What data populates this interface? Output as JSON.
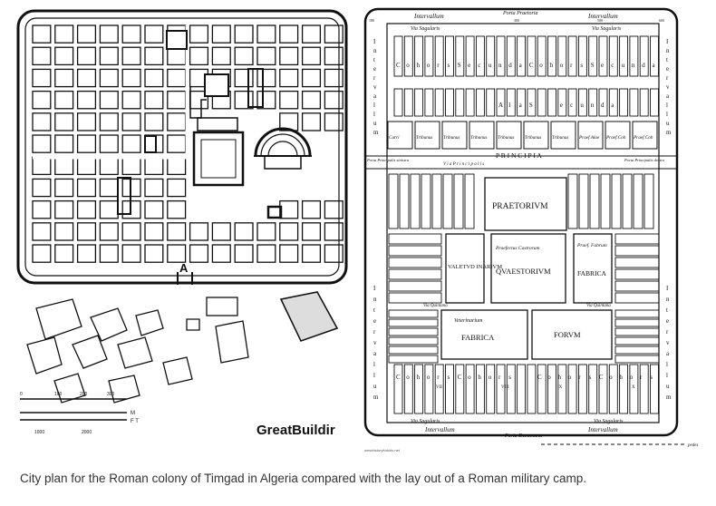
{
  "left_plan": {
    "gate_letter": "A",
    "watermark": "GreatBuildir",
    "scale_labels": [
      "0",
      "100",
      "200",
      "300",
      "1000",
      "2000"
    ],
    "scale_units": [
      "M",
      "F T"
    ]
  },
  "right_plan": {
    "top_labels": [
      "Intervallum",
      "Porta Praetoria",
      "Intervallum"
    ],
    "top_numbers": [
      "180",
      "300",
      "500",
      "600"
    ],
    "via_sagularis": "Via Sagularis",
    "row_cohors_top": [
      "C",
      "o",
      "h",
      "o",
      "r",
      "s",
      "S",
      "e",
      "c",
      "u",
      "n",
      "d",
      "a",
      "C",
      "o",
      "h",
      "o",
      "r",
      "s",
      "S",
      "e",
      "c",
      "u",
      "n",
      "d",
      "a"
    ],
    "row_alae": [
      "A",
      "l",
      "a",
      "S",
      "e",
      "c",
      "u",
      "n",
      "d",
      "a"
    ],
    "row_tribunes": [
      "Carri",
      "Tribunus",
      "Tribunus",
      "Tribunus",
      "Tribunus",
      "Tribunus",
      "Tribunus",
      "Praef.Alae",
      "Praef.Coh",
      "Praef.Coh"
    ],
    "porta_principalis_sinistra": "Porta Principalis sinistra",
    "via_principalis": "V i a   P r i n c i p a l i s",
    "principia": "P R I N C I P I A",
    "porta_principalis_dextra": "Porta Principalis dextra",
    "praetorium": "PRAETORIVM",
    "praefectus_castrorum": "Praefectus Castrorum",
    "quaestorium": "QVAESTORIVM",
    "valetudinarium": "VALETVD INARIVM",
    "praef_fabrum": "Praef. Fabrum",
    "fabrica_right": "FABRICA",
    "via_quintana_left": "Via Quintana",
    "via_quintana_right": "Via Quintana",
    "veterinarium": "Veterinarium",
    "fabrica_center": "FABRICA",
    "forum": "FORVM",
    "cohors_bottom_left": [
      "C",
      "o",
      "h",
      "o",
      "r",
      "s",
      "C",
      "o",
      "h",
      "o",
      "r",
      "s"
    ],
    "cohors_bottom_right": [
      "C",
      "o",
      "h",
      "o",
      "r",
      "s",
      "C",
      "o",
      "h",
      "o",
      "r",
      "s"
    ],
    "cohort_numerals": [
      "VII",
      "VIII",
      "IX",
      "X"
    ],
    "bottom_via": "Via Sagularis",
    "bottom_labels": [
      "Intervallum",
      "Porta Decumana",
      "Intervallum"
    ],
    "side_left": [
      "I",
      "n",
      "t",
      "e",
      "r",
      "v",
      "a",
      "l",
      "l",
      "u",
      "m"
    ],
    "side_right": [
      "I",
      "n",
      "t",
      "e",
      "r",
      "v",
      "a",
      "l",
      "l",
      "u",
      "m"
    ],
    "scale_label": "pedes",
    "credit": "wwwhistoryforkids.net"
  },
  "caption": "City plan for the Roman colony of Timgad in Algeria compared with the lay out of a Roman military camp."
}
